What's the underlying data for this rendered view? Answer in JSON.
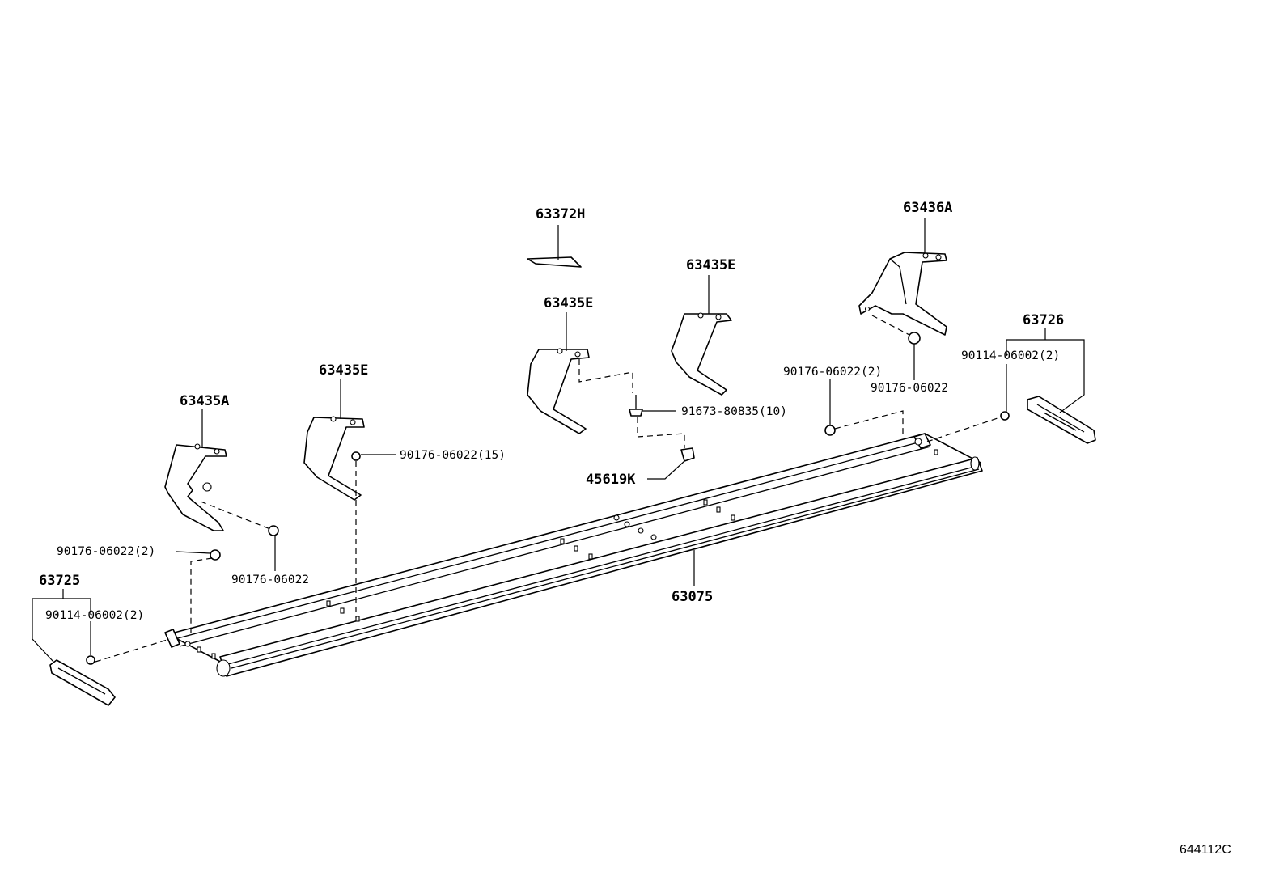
{
  "labels": {
    "p63372H": "63372H",
    "p63436A": "63436A",
    "p63435E_right": "63435E",
    "p63435E_mid": "63435E",
    "p63435E_left": "63435E",
    "p63435A": "63435A",
    "p63726": "63726",
    "p63725": "63725",
    "p63075": "63075",
    "p45619K": "45619K",
    "p90114_right": "90114-06002(2)",
    "p90114_left": "90114-06002(2)",
    "p90176_right_a": "90176-06022(2)",
    "p90176_right_b": "90176-06022",
    "p90176_left_a": "90176-06022(2)",
    "p90176_left_b": "90176-06022",
    "p90176_15": "90176-06022(15)",
    "p91673": "91673-80835(10)"
  },
  "diagram_ref": "644112C"
}
